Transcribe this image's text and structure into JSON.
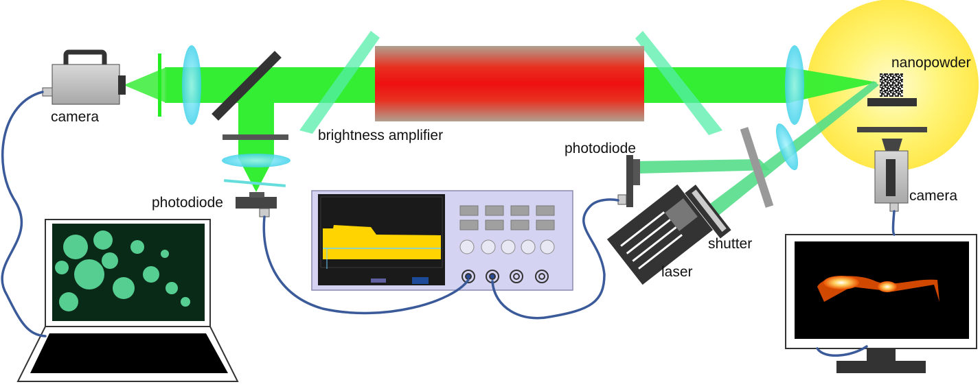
{
  "labels": {
    "camera_left": "camera",
    "brightness_amplifier": "brightness amplifier",
    "photodiode_left": "photodiode",
    "photodiode_right": "photodiode",
    "nanopowder": "nanopowder",
    "camera_right": "camera",
    "shutter": "shutter",
    "laser": "laser"
  },
  "colors": {
    "probe_beam": "#33ee33",
    "laser_beam": "#55dd88",
    "amplifier_core": "#ee1111",
    "amplifier_edge": "#a89888",
    "glow": "#fff275",
    "lens": "#5ee0f0",
    "cable": "#3b5a99",
    "oscilloscope_body": "#d4d4f2",
    "oscilloscope_screen": "#111111",
    "oscilloscope_trace": "#ffd400"
  }
}
